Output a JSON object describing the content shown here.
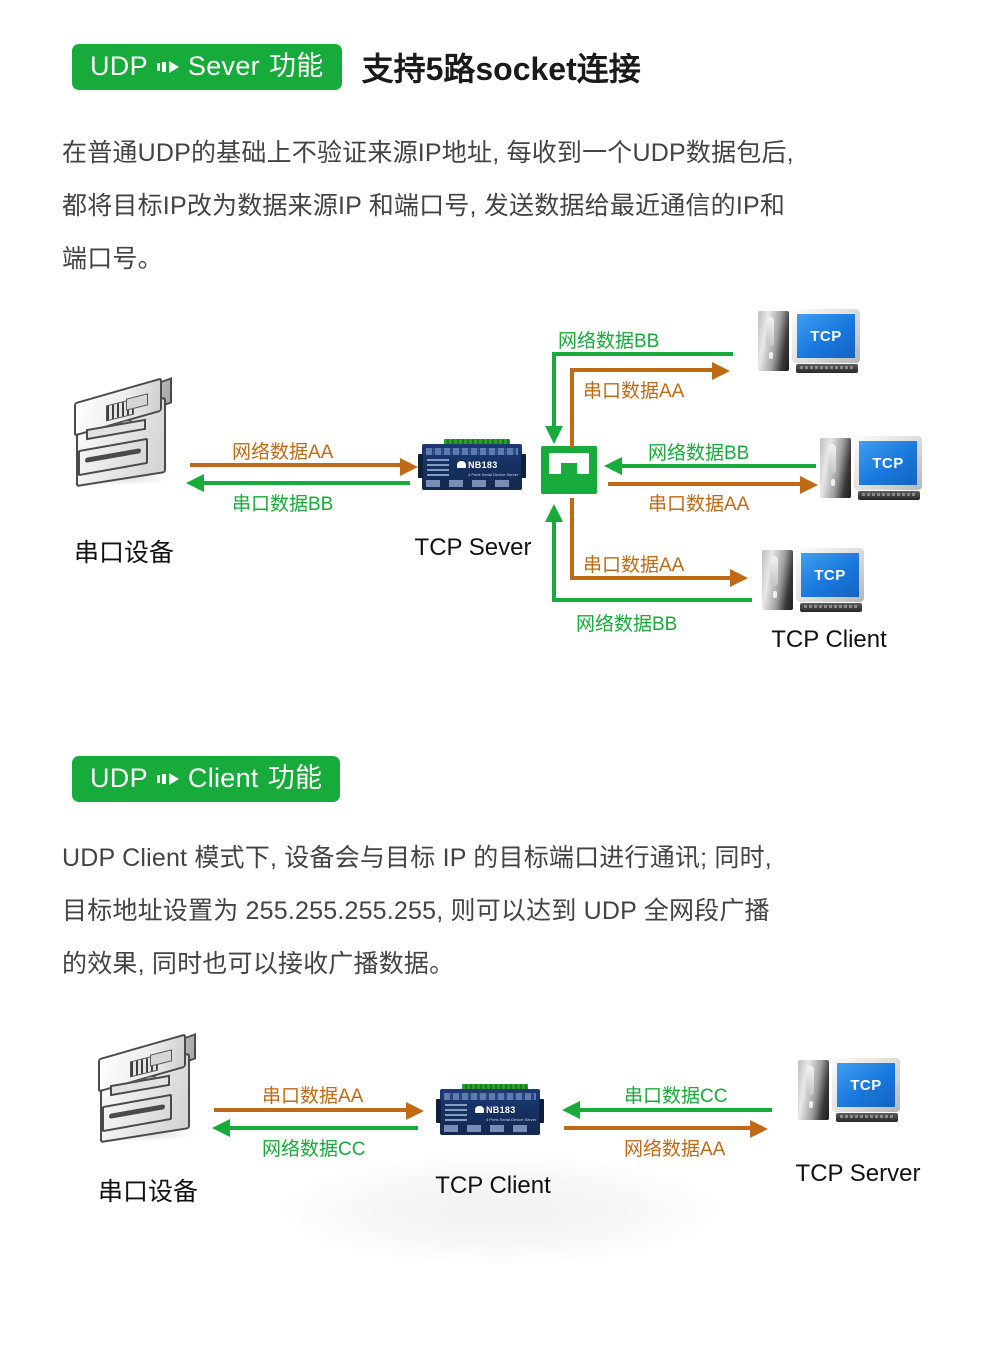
{
  "sections": [
    {
      "badge": {
        "left": "UDP",
        "arrow": "arrow-right-icon",
        "right": "Sever",
        "suffix": "功能"
      },
      "title": "支持5路socket连接",
      "paragraph": "在普通UDP的基础上不验证来源IP地址, 每收到一个UDP数据包后, 都将目标IP改为数据来源IP 和端口号, 发送数据给最近通信的IP和端口号。",
      "paragraph_lines": [
        "在普通UDP的基础上不验证来源IP地址, 每收到一个UDP数据包后,",
        "都将目标IP改为数据来源IP 和端口号, 发送数据给最近通信的IP和",
        "端口号。"
      ]
    },
    {
      "badge": {
        "left": "UDP",
        "arrow": "arrow-right-icon",
        "right": "Client",
        "suffix": "功能"
      },
      "title": "",
      "paragraph": "UDP Client 模式下, 设备会与目标 IP 的目标端口进行通讯; 同时, 目标地址设置为 255.255.255.255, 则可以达到 UDP 全网段广播的效果, 同时也可以接收广播数据。",
      "paragraph_lines": [
        "UDP Client 模式下, 设备会与目标 IP 的目标端口进行通讯; 同时,",
        "目标地址设置为 255.255.255.255,  则可以达到 UDP 全网段广播",
        "的效果, 同时也可以接收广播数据。"
      ]
    }
  ],
  "diagram_top": {
    "nodes": {
      "serial_device": "串口设备",
      "gateway": "TCP Sever",
      "client_group": "TCP Client",
      "pc_screen_text": "TCP",
      "device_model": "NB183",
      "device_sub": "4 Ports Serial Device Server"
    },
    "flows": {
      "serial_out": "网络数据AA",
      "serial_in": "串口数据BB",
      "c1_in": "网络数据BB",
      "c1_out": "串口数据AA",
      "c2_in": "网络数据BB",
      "c2_out": "串口数据AA",
      "c3_out": "串口数据AA",
      "c3_in": "网络数据BB"
    }
  },
  "diagram_bottom": {
    "nodes": {
      "serial_device": "串口设备",
      "gateway": "TCP Client",
      "server": "TCP Server",
      "pc_screen_text": "TCP",
      "device_model": "NB183",
      "device_sub": "4 Ports Serial Device Server"
    },
    "flows": {
      "left_out": "串口数据AA",
      "left_in": "网络数据CC",
      "right_in": "串口数据CC",
      "right_out": "网络数据AA"
    }
  },
  "colors": {
    "brand_green": "#17ab3b",
    "flow_green": "#17ab3b",
    "flow_orange": "#c06a16",
    "device_blue": "#16305f",
    "screen_blue": "#1978dd",
    "text_dark": "#1a1a1a",
    "text_body": "#434343"
  }
}
